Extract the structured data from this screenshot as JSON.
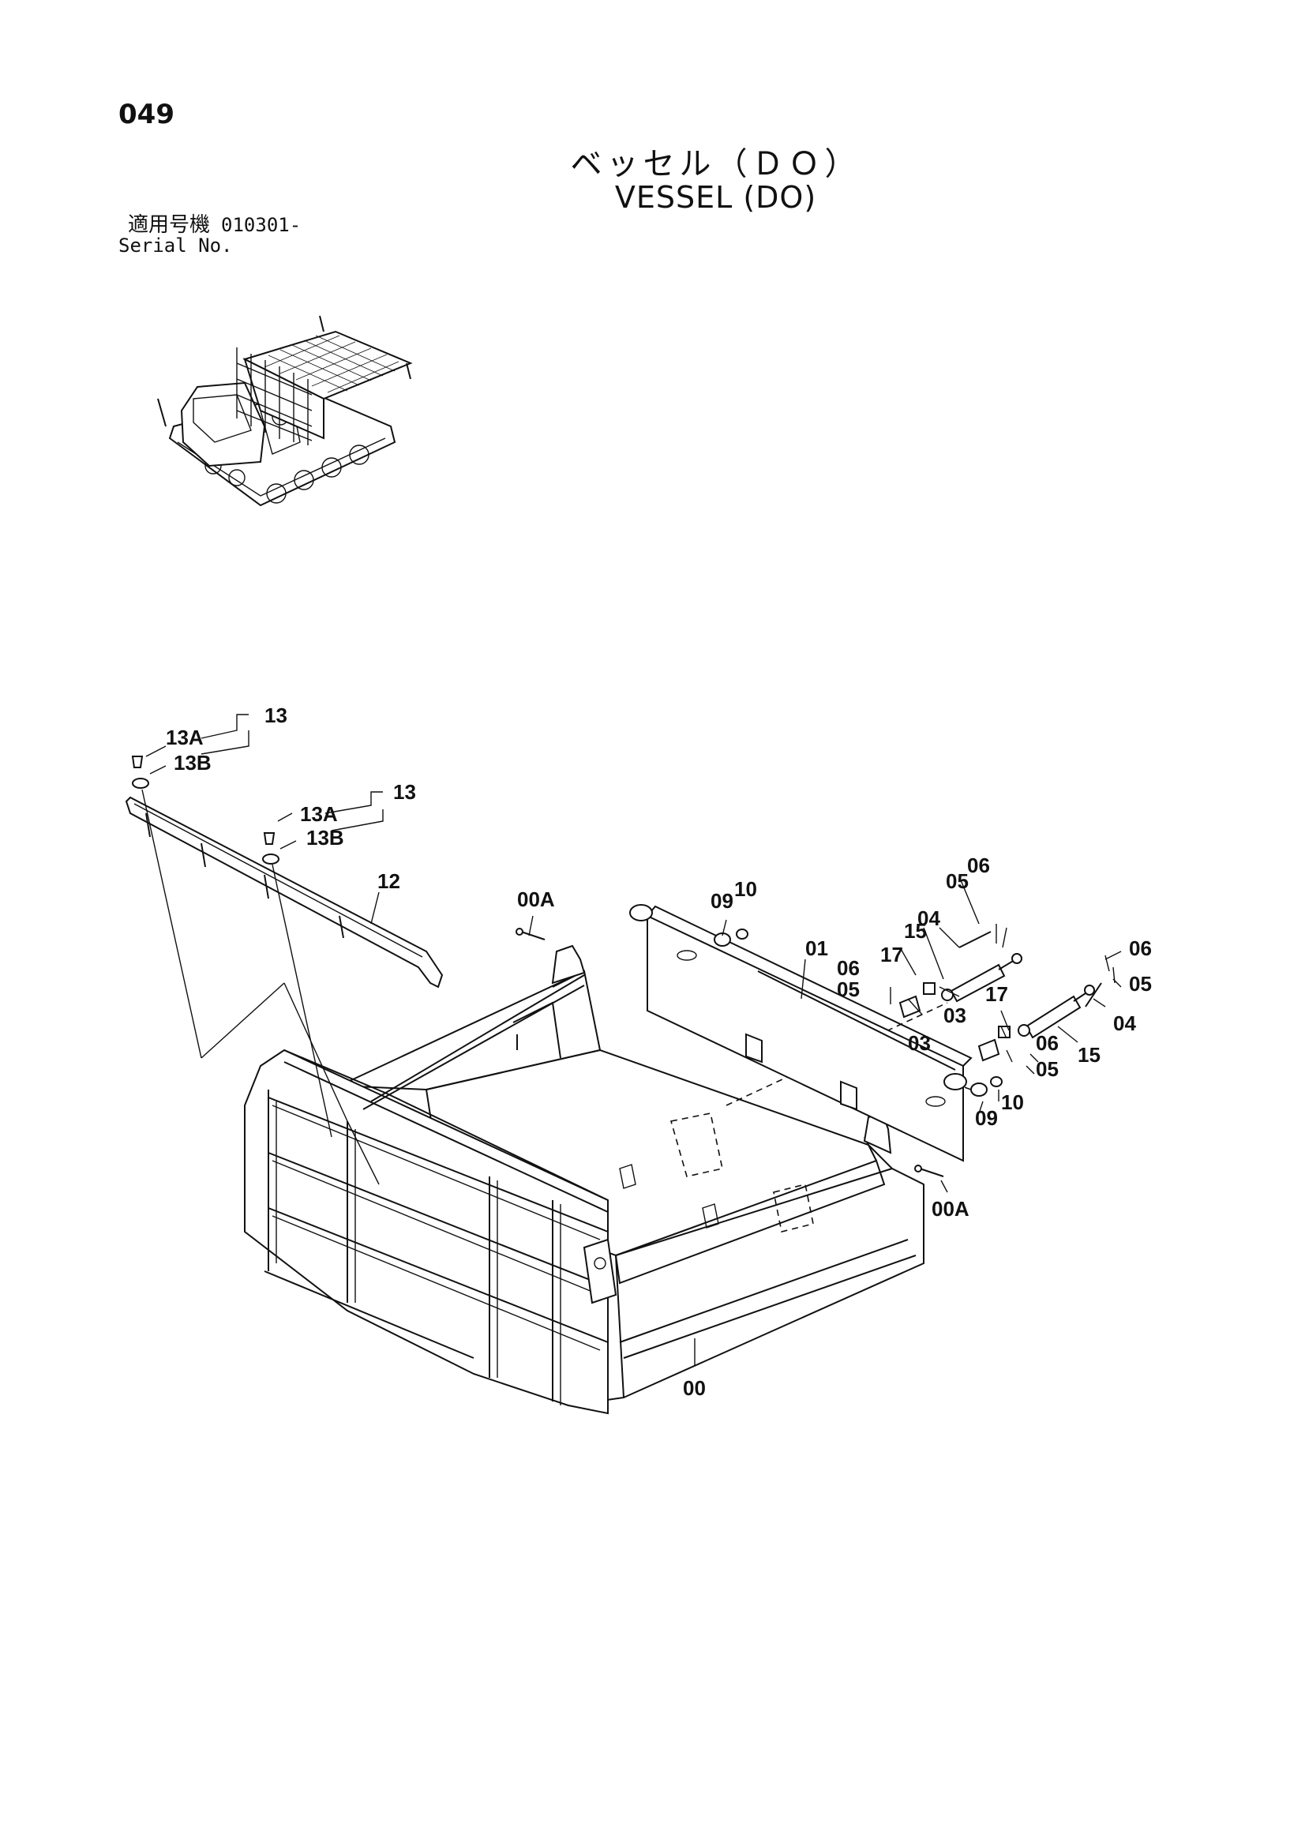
{
  "page": {
    "number": "049",
    "title_jp": "ベッセル（ＤＯ）",
    "title_en": "VESSEL (DO)"
  },
  "serial": {
    "label_jp": "適用号機",
    "value": "010301-",
    "label_en": "Serial No."
  },
  "callouts": [
    {
      "id": "c-13-top",
      "text": "13"
    },
    {
      "id": "c-13a-top",
      "text": "13A"
    },
    {
      "id": "c-13b-top",
      "text": "13B"
    },
    {
      "id": "c-13-mid",
      "text": "13"
    },
    {
      "id": "c-13a-mid",
      "text": "13A"
    },
    {
      "id": "c-13b-mid",
      "text": "13B"
    },
    {
      "id": "c-12",
      "text": "12"
    },
    {
      "id": "c-00a-left",
      "text": "00A"
    },
    {
      "id": "c-09-top",
      "text": "09"
    },
    {
      "id": "c-10-top",
      "text": "10"
    },
    {
      "id": "c-01",
      "text": "01"
    },
    {
      "id": "c-06-a",
      "text": "06"
    },
    {
      "id": "c-05-a",
      "text": "05"
    },
    {
      "id": "c-04-a",
      "text": "04"
    },
    {
      "id": "c-15-a",
      "text": "15"
    },
    {
      "id": "c-17-a",
      "text": "17"
    },
    {
      "id": "c-06-b",
      "text": "06"
    },
    {
      "id": "c-05-b",
      "text": "05"
    },
    {
      "id": "c-03-a",
      "text": "03"
    },
    {
      "id": "c-06-c",
      "text": "06"
    },
    {
      "id": "c-05-c",
      "text": "05"
    },
    {
      "id": "c-04-b",
      "text": "04"
    },
    {
      "id": "c-17-b",
      "text": "17"
    },
    {
      "id": "c-03-b",
      "text": "03"
    },
    {
      "id": "c-15-b",
      "text": "15"
    },
    {
      "id": "c-06-d",
      "text": "06"
    },
    {
      "id": "c-05-d",
      "text": "05"
    },
    {
      "id": "c-09-bot",
      "text": "09"
    },
    {
      "id": "c-10-bot",
      "text": "10"
    },
    {
      "id": "c-00a-right",
      "text": "00A"
    },
    {
      "id": "c-00",
      "text": "00"
    }
  ]
}
